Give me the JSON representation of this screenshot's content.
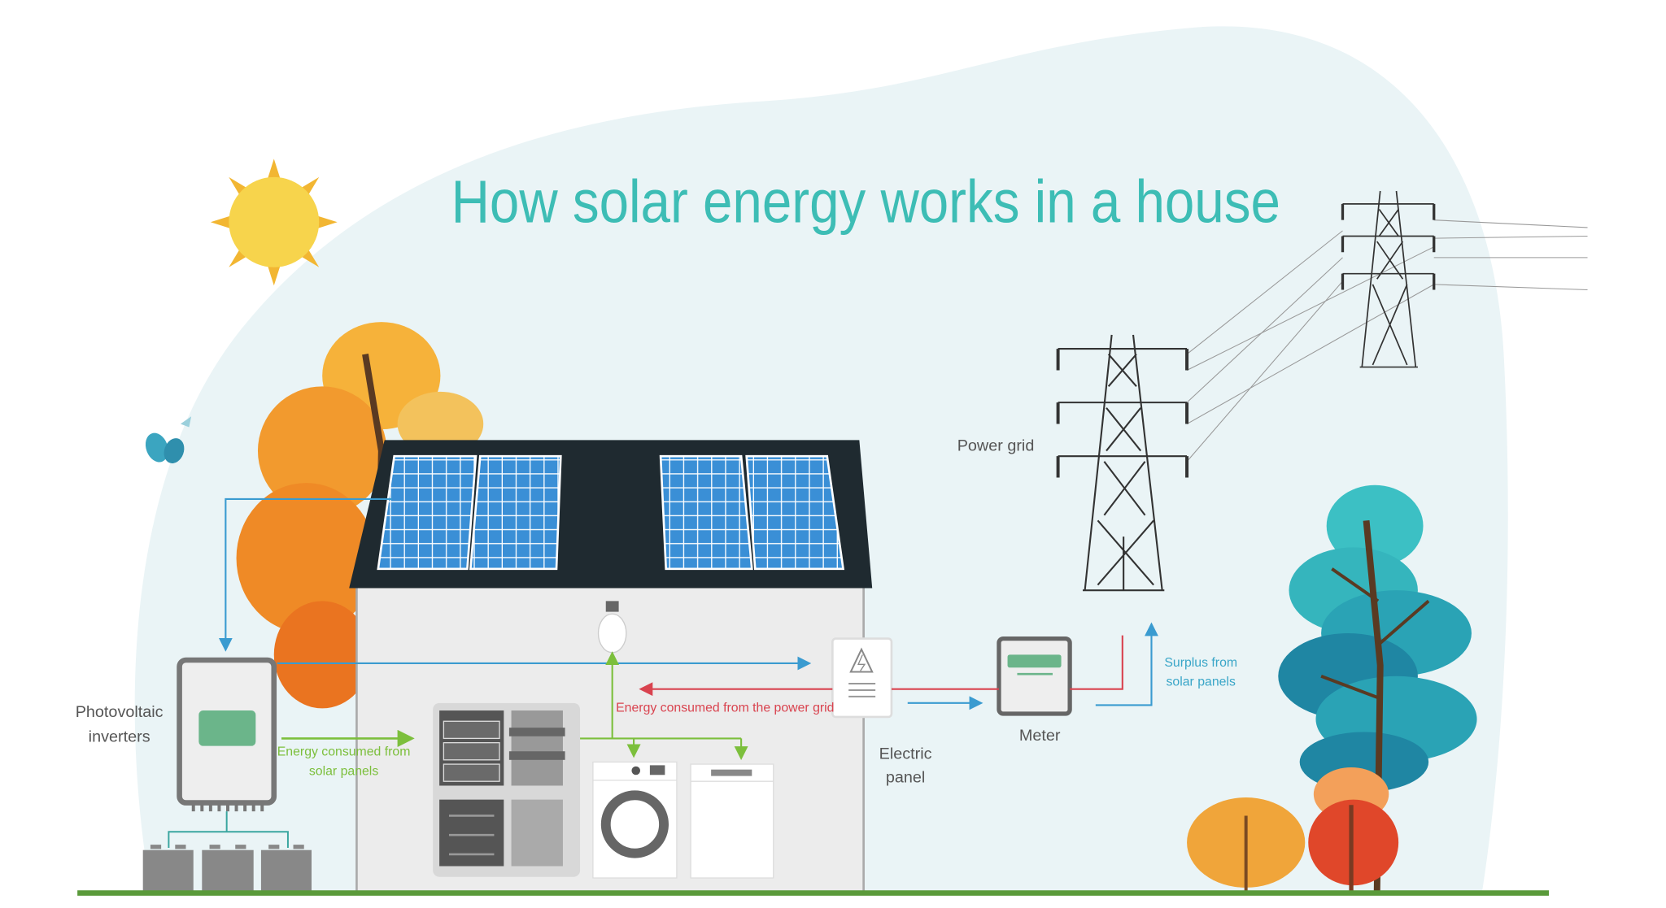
{
  "title": "How solar energy works in a house",
  "labels": {
    "inverter_line1": "Photovoltaic",
    "inverter_line2": "inverters",
    "solar_consumed_line1": "Energy consumed from",
    "solar_consumed_line2": "solar panels",
    "grid_consumed": "Energy consumed from the power grid",
    "panel_line1": "Electric",
    "panel_line2": "panel",
    "meter": "Meter",
    "power_grid": "Power grid",
    "surplus_line1": "Surplus from",
    "surplus_line2": "solar panels"
  },
  "colors": {
    "title": "#3dbdb5",
    "solar_flow": "#7cbf3c",
    "grid_flow": "#d9434f",
    "dc_flow": "#3a9bd0",
    "background_blob": "#eaf4f6",
    "roof": "#1f2a30",
    "panel": "#3a8fd6"
  }
}
